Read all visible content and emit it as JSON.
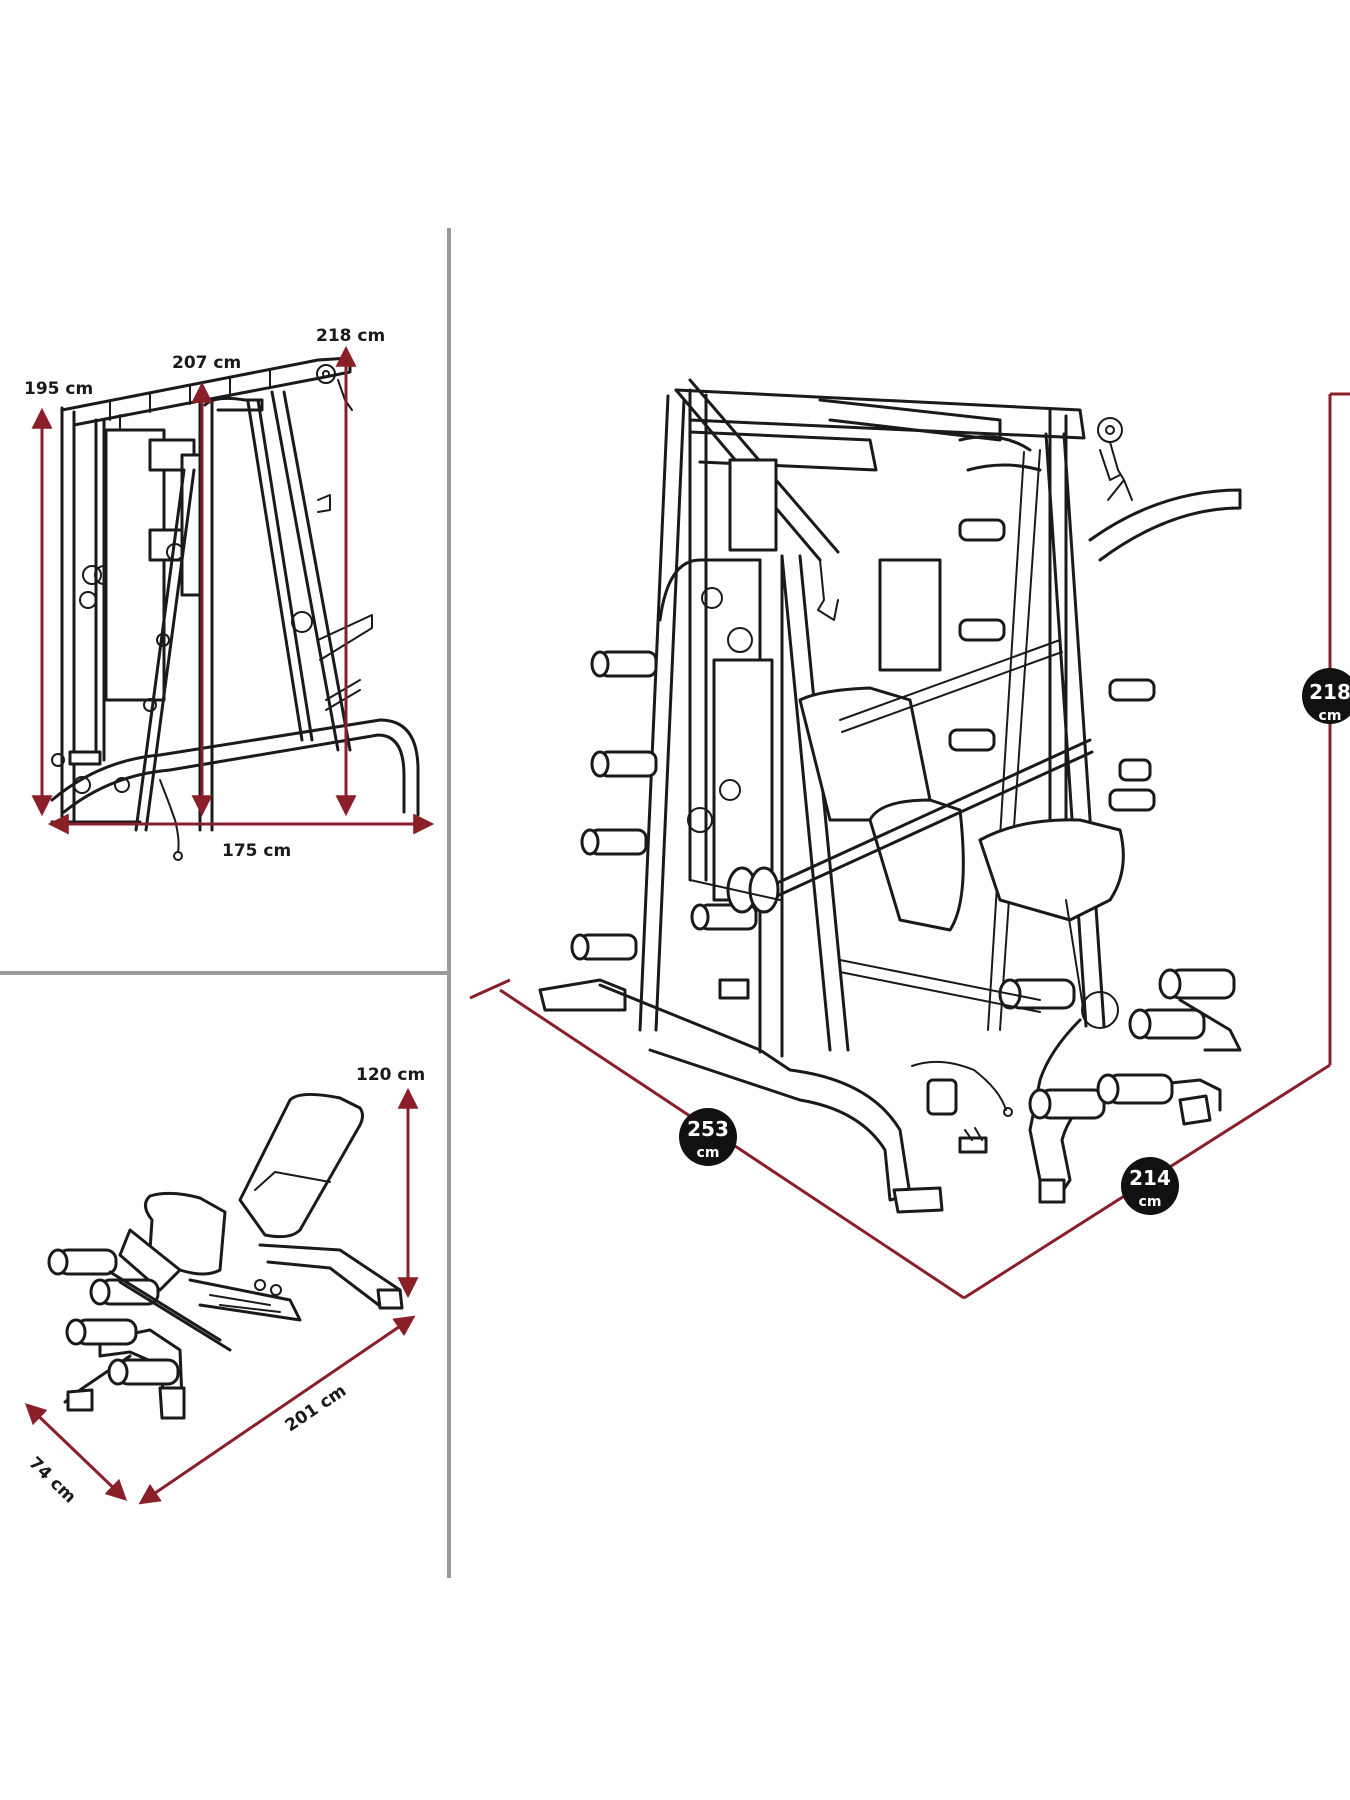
{
  "colors": {
    "dimension": "#8a1f2a",
    "divider": "#9a9a9a",
    "ink": "#1a1a1a"
  },
  "side_view": {
    "height_195": "195 cm",
    "height_207": "207 cm",
    "height_218": "218 cm",
    "depth_175": "175 cm"
  },
  "bench_view": {
    "height_120": "120 cm",
    "length_201": "201 cm",
    "width_74": "74 cm"
  },
  "main_view": {
    "height": {
      "value": "218",
      "unit": "cm"
    },
    "length": {
      "value": "253",
      "unit": "cm"
    },
    "width": {
      "value": "214",
      "unit": "cm"
    }
  }
}
